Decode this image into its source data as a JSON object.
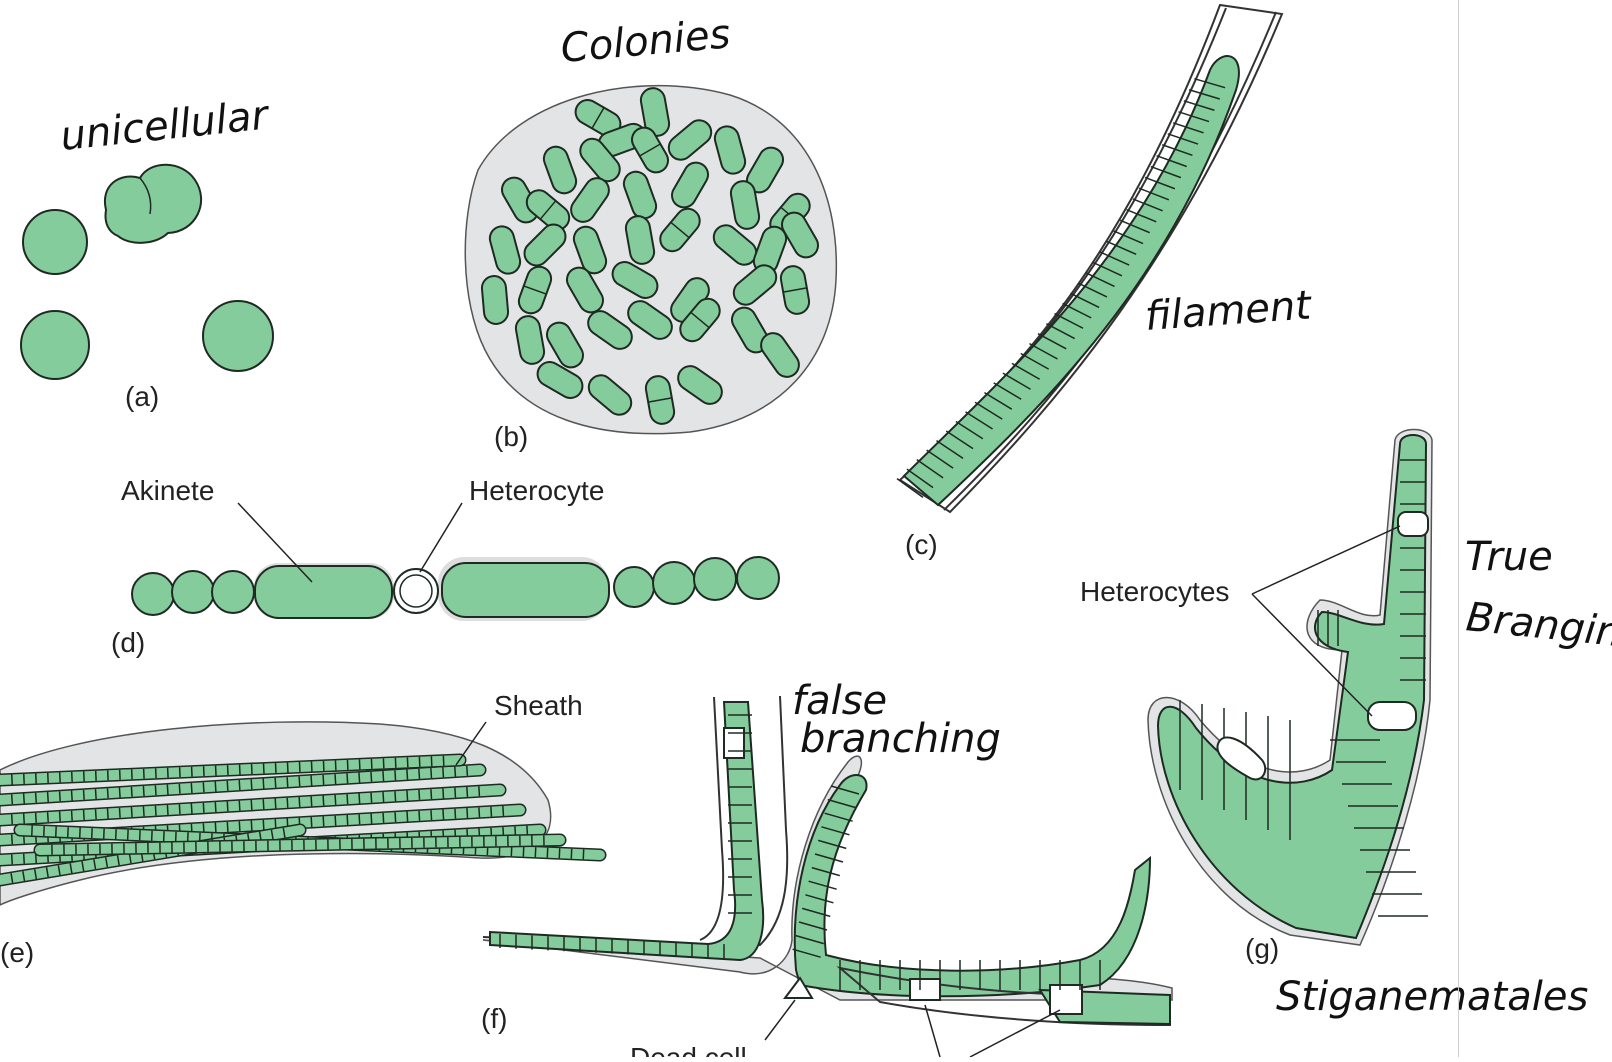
{
  "colors": {
    "cell_fill": "#84cc9b",
    "cell_stroke": "#1e2a22",
    "sheath_fill": "#e3e4e5",
    "sheath_stroke": "#555555",
    "ink": "#111111"
  },
  "handwritten": {
    "unicellular": "unicellular",
    "colonies": "Colonies",
    "filament": "filament",
    "false_branching": [
      "false",
      "branching"
    ],
    "true_branching": [
      "True",
      "Brangin"
    ],
    "order_name": "Stiganematales"
  },
  "panel_labels": {
    "a": "(a)",
    "b": "(b)",
    "c": "(c)",
    "d": "(d)",
    "e": "(e)",
    "f": "(f)",
    "g": "(g)"
  },
  "callouts": {
    "akinete": "Akinete",
    "heterocyte": "Heterocyte",
    "heterocytes": "Heterocytes",
    "sheath": "Sheath",
    "dead_cell": "Dead cell"
  }
}
